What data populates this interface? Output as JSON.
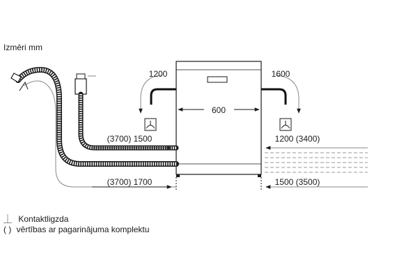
{
  "title": "Izmēri mm",
  "dimensions": {
    "width": "600",
    "left_top": "1200",
    "right_top": "1600",
    "left_upper_hose": "(3700) 1500",
    "right_upper_hose": "1200 (3400)",
    "left_lower_hose": "(3700) 1700",
    "right_lower_hose": "1500 (3500)"
  },
  "legend": {
    "socket_symbol": "⏊",
    "socket_label": "Kontaktligzda",
    "paren_symbol": "( )",
    "paren_label": "vērtības ar pagarinājuma komplektu"
  }
}
